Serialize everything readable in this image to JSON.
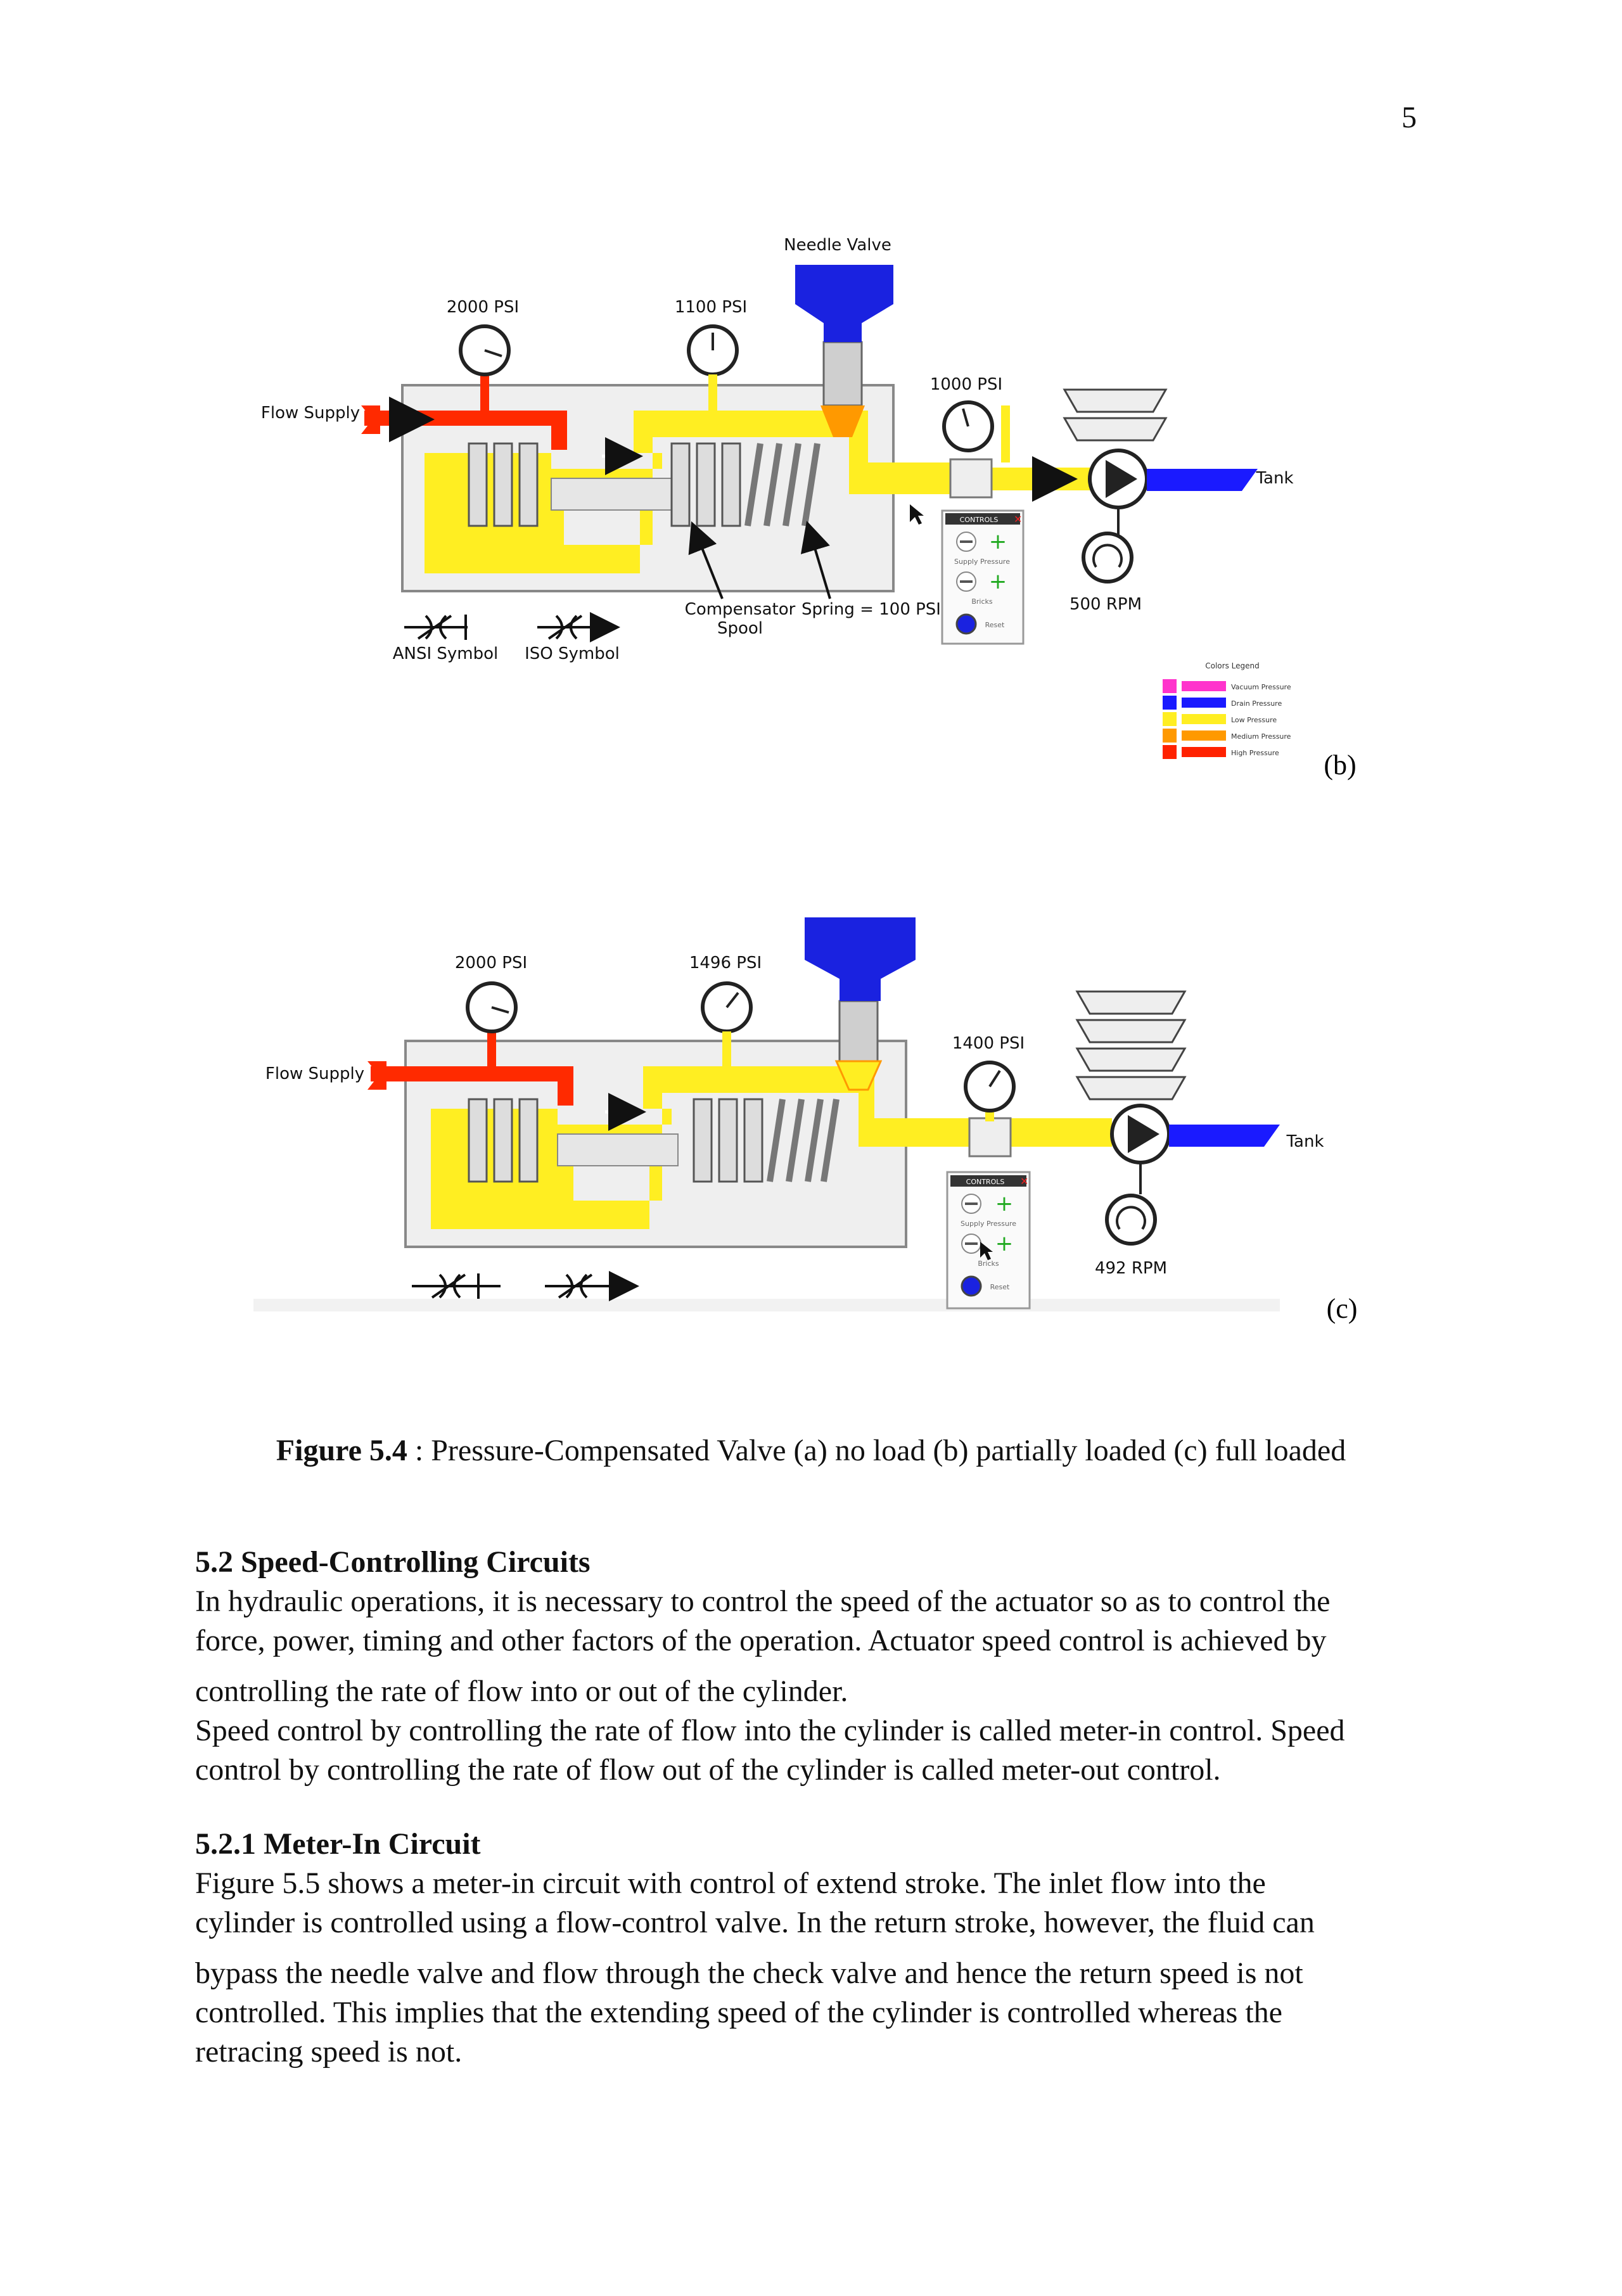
{
  "page_number": "5",
  "figure_b": {
    "needle_valve_label": "Needle Valve",
    "gauge_supply": "2000 PSI",
    "gauge_comp": "1100 PSI",
    "gauge_out": "1000 PSI",
    "flow_supply": "Flow Supply",
    "tank": "Tank",
    "rpm": "500 RPM",
    "comp_spool_1": "Compensator",
    "comp_spool_2": "Spool",
    "spring": "Spring = 100 PSI",
    "ansi": "ANSI Symbol",
    "iso": "ISO Symbol",
    "panel_title": "CONTROLS",
    "panel_supply": "Supply Pressure",
    "panel_bricks": "Bricks",
    "panel_reset": "Reset",
    "legend_title": "Colors Legend",
    "legend_items": [
      {
        "label": "Vacuum Pressure",
        "color": "#ff33cc"
      },
      {
        "label": "Drain Pressure",
        "color": "#1a1aff"
      },
      {
        "label": "Low Pressure",
        "color": "#ffee22"
      },
      {
        "label": "Medium Pressure",
        "color": "#ff9900"
      },
      {
        "label": "High Pressure",
        "color": "#ff2200"
      }
    ],
    "sublabel": "(b)"
  },
  "figure_c": {
    "gauge_supply": "2000 PSI",
    "gauge_comp": "1496 PSI",
    "gauge_out": "1400 PSI",
    "flow_supply": "Flow Supply",
    "tank": "Tank",
    "rpm": "492 RPM",
    "panel_title": "CONTROLS",
    "panel_supply": "Supply Pressure",
    "panel_bricks": "Bricks",
    "panel_reset": "Reset",
    "sublabel": "(c)"
  },
  "caption": {
    "bold": "Figure 5.4",
    "rest": " : Pressure-Compensated Valve (a) no load (b) partially loaded (c) full loaded"
  },
  "section_5_2": {
    "heading": "5.2 Speed-Controlling Circuits",
    "lines": [
      "In hydraulic operations, it is necessary to control the speed of the actuator so as to control the",
      "force, power, timing and other factors of the operation. Actuator speed control is achieved by",
      "controlling the rate of flow into or out of the cylinder.",
      "Speed control by controlling the rate of flow into the cylinder is called meter-in control. Speed",
      "control by controlling the rate of flow out of the cylinder is called meter-out control."
    ]
  },
  "section_5_2_1": {
    "heading": "5.2.1 Meter-In Circuit",
    "lines": [
      "Figure 5.5 shows a meter-in circuit with control of extend stroke. The inlet flow into the",
      "cylinder is controlled using a flow-control valve. In the return stroke, however, the fluid can",
      "bypass the needle valve and flow through the check valve and hence the return speed is not",
      "controlled. This implies that the extending speed of the cylinder is controlled whereas the",
      "retracing speed is not."
    ]
  },
  "colors": {
    "high": "#ff2a00",
    "low": "#ffee22",
    "medium": "#ff9900",
    "drain": "#1a1aff",
    "valve_blue": "#1a22e0"
  }
}
